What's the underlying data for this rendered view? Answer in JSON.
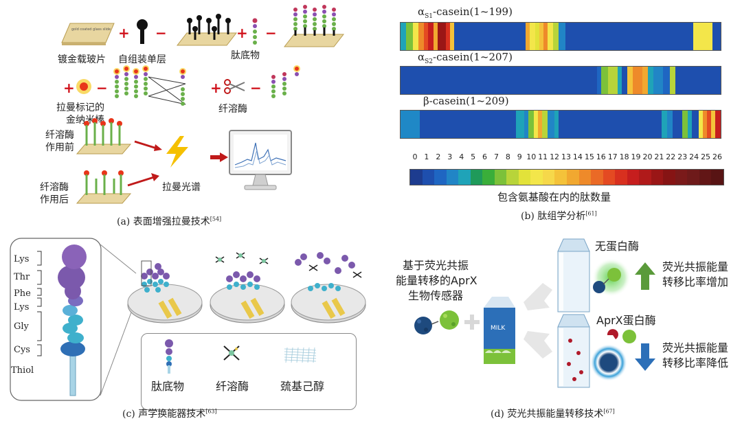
{
  "panel_a": {
    "caption": "(a) 表面增强拉曼技术",
    "caption_ref": "[54]",
    "slide_text": "gold coated glass slide",
    "labels": {
      "gold_slide": "镀金载玻片",
      "sam": "自组装单层",
      "substrate": "肽底物",
      "raman_nanorod_1": "拉曼标记的",
      "raman_nanorod_2": "金纳米棒",
      "plasmin": "纤溶酶",
      "before_1": "纤溶酶",
      "before_2": "作用前",
      "after_1": "纤溶酶",
      "after_2": "作用后",
      "spectrum": "拉曼光谱"
    },
    "plus": "+",
    "minus": "−"
  },
  "panel_b": {
    "caption": "(b) 肽组学分析",
    "caption_ref": "[61]",
    "proteins": [
      {
        "greek": "α",
        "sub": "S1",
        "rest": "-casein(1~199)"
      },
      {
        "greek": "α",
        "sub": "S2",
        "rest": "-casein(1~207)"
      },
      {
        "greek": "",
        "sub": "",
        "rest": "β-casein(1~209)"
      }
    ],
    "scale_ticks": [
      "0",
      "1",
      "2",
      "3",
      "4",
      "5",
      "6",
      "7",
      "8",
      "9",
      "10",
      "11",
      "12",
      "13",
      "14",
      "15",
      "16",
      "17",
      "18",
      "19",
      "20",
      "21",
      "22",
      "23",
      "24",
      "25",
      "26"
    ],
    "scale_label": "包含氨基酸在内的肽数量",
    "colors": [
      "#1d3c8f",
      "#1e4fae",
      "#1f66c2",
      "#2185c6",
      "#1fa3b8",
      "#1f9a5a",
      "#3aae3a",
      "#7cc13a",
      "#b8d43a",
      "#e2e23a",
      "#f3e64a",
      "#f6d84a",
      "#f4c23a",
      "#f1a830",
      "#ee8a2a",
      "#ea6a26",
      "#e44a22",
      "#d8301f",
      "#c61e1e",
      "#b01a1a",
      "#9a1616",
      "#861414",
      "#7a1a1a",
      "#6e1a1a",
      "#621616",
      "#581414"
    ]
  },
  "panel_c": {
    "caption": "(c) 声学换能器技术",
    "caption_ref": "[63]",
    "amino_acids": [
      "Lys",
      "Thr",
      "Phe",
      "Lys",
      "Gly",
      "Cys",
      "Thiol"
    ],
    "legend": [
      "肽底物",
      "纤溶酶",
      "巯基己醇"
    ]
  },
  "panel_d": {
    "caption": "(d) 荧光共振能量转移技术",
    "caption_ref": "[67]",
    "sensor_1": "基于荧光共振",
    "sensor_2": "能量转移的AprX",
    "sensor_3": "生物传感器",
    "milk_text": "MILK",
    "no_enzyme": "无蛋白酶",
    "with_enzyme": "AprX蛋白酶",
    "increase_1": "荧光共振能量",
    "increase_2": "转移比率增加",
    "decrease_1": "荧光共振能量",
    "decrease_2": "转移比率降低"
  }
}
